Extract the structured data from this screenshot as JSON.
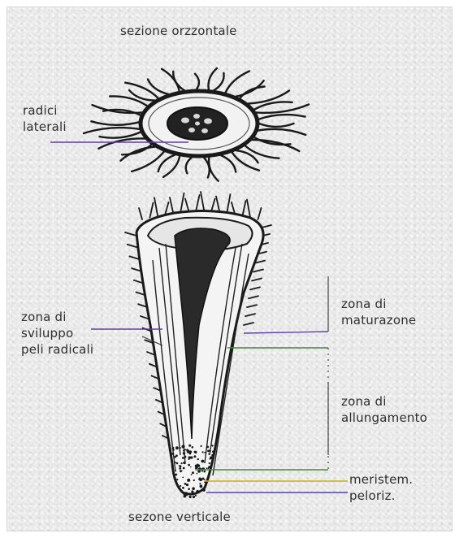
{
  "labels": {
    "horizontal_section": "sezione orzzontale",
    "lateral_roots": [
      "radici",
      "laterali"
    ],
    "root_hair_zone": [
      "zona di",
      "sviluppo",
      "peli radicali"
    ],
    "maturation_zone": [
      "zona di",
      "maturazone"
    ],
    "elongation_zone": [
      "zona di",
      "allungamento"
    ],
    "meristem_cap": [
      "meristem.",
      "peloriz."
    ],
    "vertical_section": "sezone verticale"
  },
  "colors": {
    "ink": "#1a1a1a",
    "leader_purple": "#5a3fa8",
    "leader_green": "#3f8a3a",
    "leader_yellow": "#c9b400",
    "bracket": "#444444"
  }
}
